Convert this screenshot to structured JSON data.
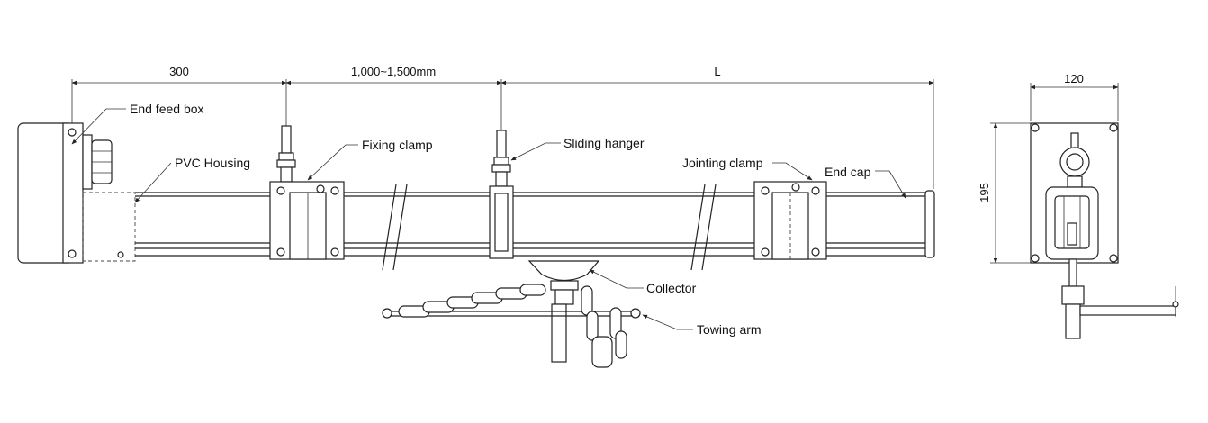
{
  "dimensions": {
    "end_feed_length": "300",
    "hanger_spacing": "1,000~1,500mm",
    "total_length": "L",
    "section_width": "120",
    "section_height": "195"
  },
  "labels": {
    "end_feed_box": "End feed box",
    "pvc_housing": "PVC Housing",
    "fixing_clamp": "Fixing clamp",
    "sliding_hanger": "Sliding hanger",
    "jointing_clamp": "Jointing clamp",
    "end_cap": "End cap",
    "collector": "Collector",
    "towing_arm": "Towing arm"
  },
  "colors": {
    "line": "#222222",
    "background": "#ffffff"
  }
}
